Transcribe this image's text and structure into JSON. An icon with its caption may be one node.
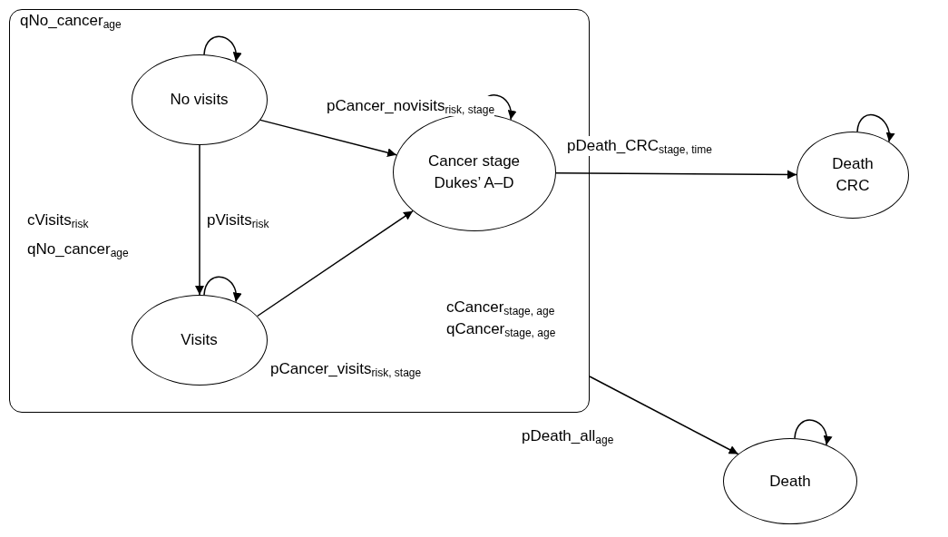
{
  "diagram": {
    "nodes": [
      {
        "text": [],
        "shape": "box"
      },
      {
        "text": [
          "No visits"
        ],
        "in": 0
      },
      {
        "text": [
          "Visits"
        ],
        "in": 0
      },
      {
        "text": [
          "Cancer stage Dukes’ A–D"
        ],
        "in": 0
      },
      {
        "text": [
          "Death CRC"
        ]
      },
      {
        "text": [
          "Death"
        ]
      }
    ],
    "edges": [
      {
        "from": 1,
        "to": 1,
        "arrow": "to"
      },
      {
        "from": 2,
        "to": 2,
        "arrow": "to"
      },
      {
        "from": 3,
        "to": 3,
        "arrow": "to"
      },
      {
        "from": 4,
        "to": 4,
        "arrow": "to"
      },
      {
        "from": 5,
        "to": 5,
        "arrow": "to"
      },
      {
        "from": 1,
        "to": 2,
        "arrow": "to",
        "label": "pVisits$_{risk}$"
      },
      {
        "from": 1,
        "to": 3,
        "arrow": "to",
        "label": "pCancer_novisits$_{risk, stage}$"
      },
      {
        "from": 2,
        "to": 3,
        "arrow": "to",
        "label": "pCancer_visits$_{risk, stage}$"
      },
      {
        "from": 3,
        "to": 4,
        "arrow": "to",
        "label": "pDeath_CRC$_{stage, time}$"
      },
      {
        "from": 0,
        "to": 5,
        "arrow": "to",
        "label": "pDeath_all$_{age}$"
      }
    ],
    "labels": [
      "qNo_cancer$_{age}$",
      "cVisits$_{risk}$",
      "qNo_cancer$_{age}$",
      "cCancer$_{stage, age}$",
      "qCancer$_{stage, age}$"
    ]
  }
}
